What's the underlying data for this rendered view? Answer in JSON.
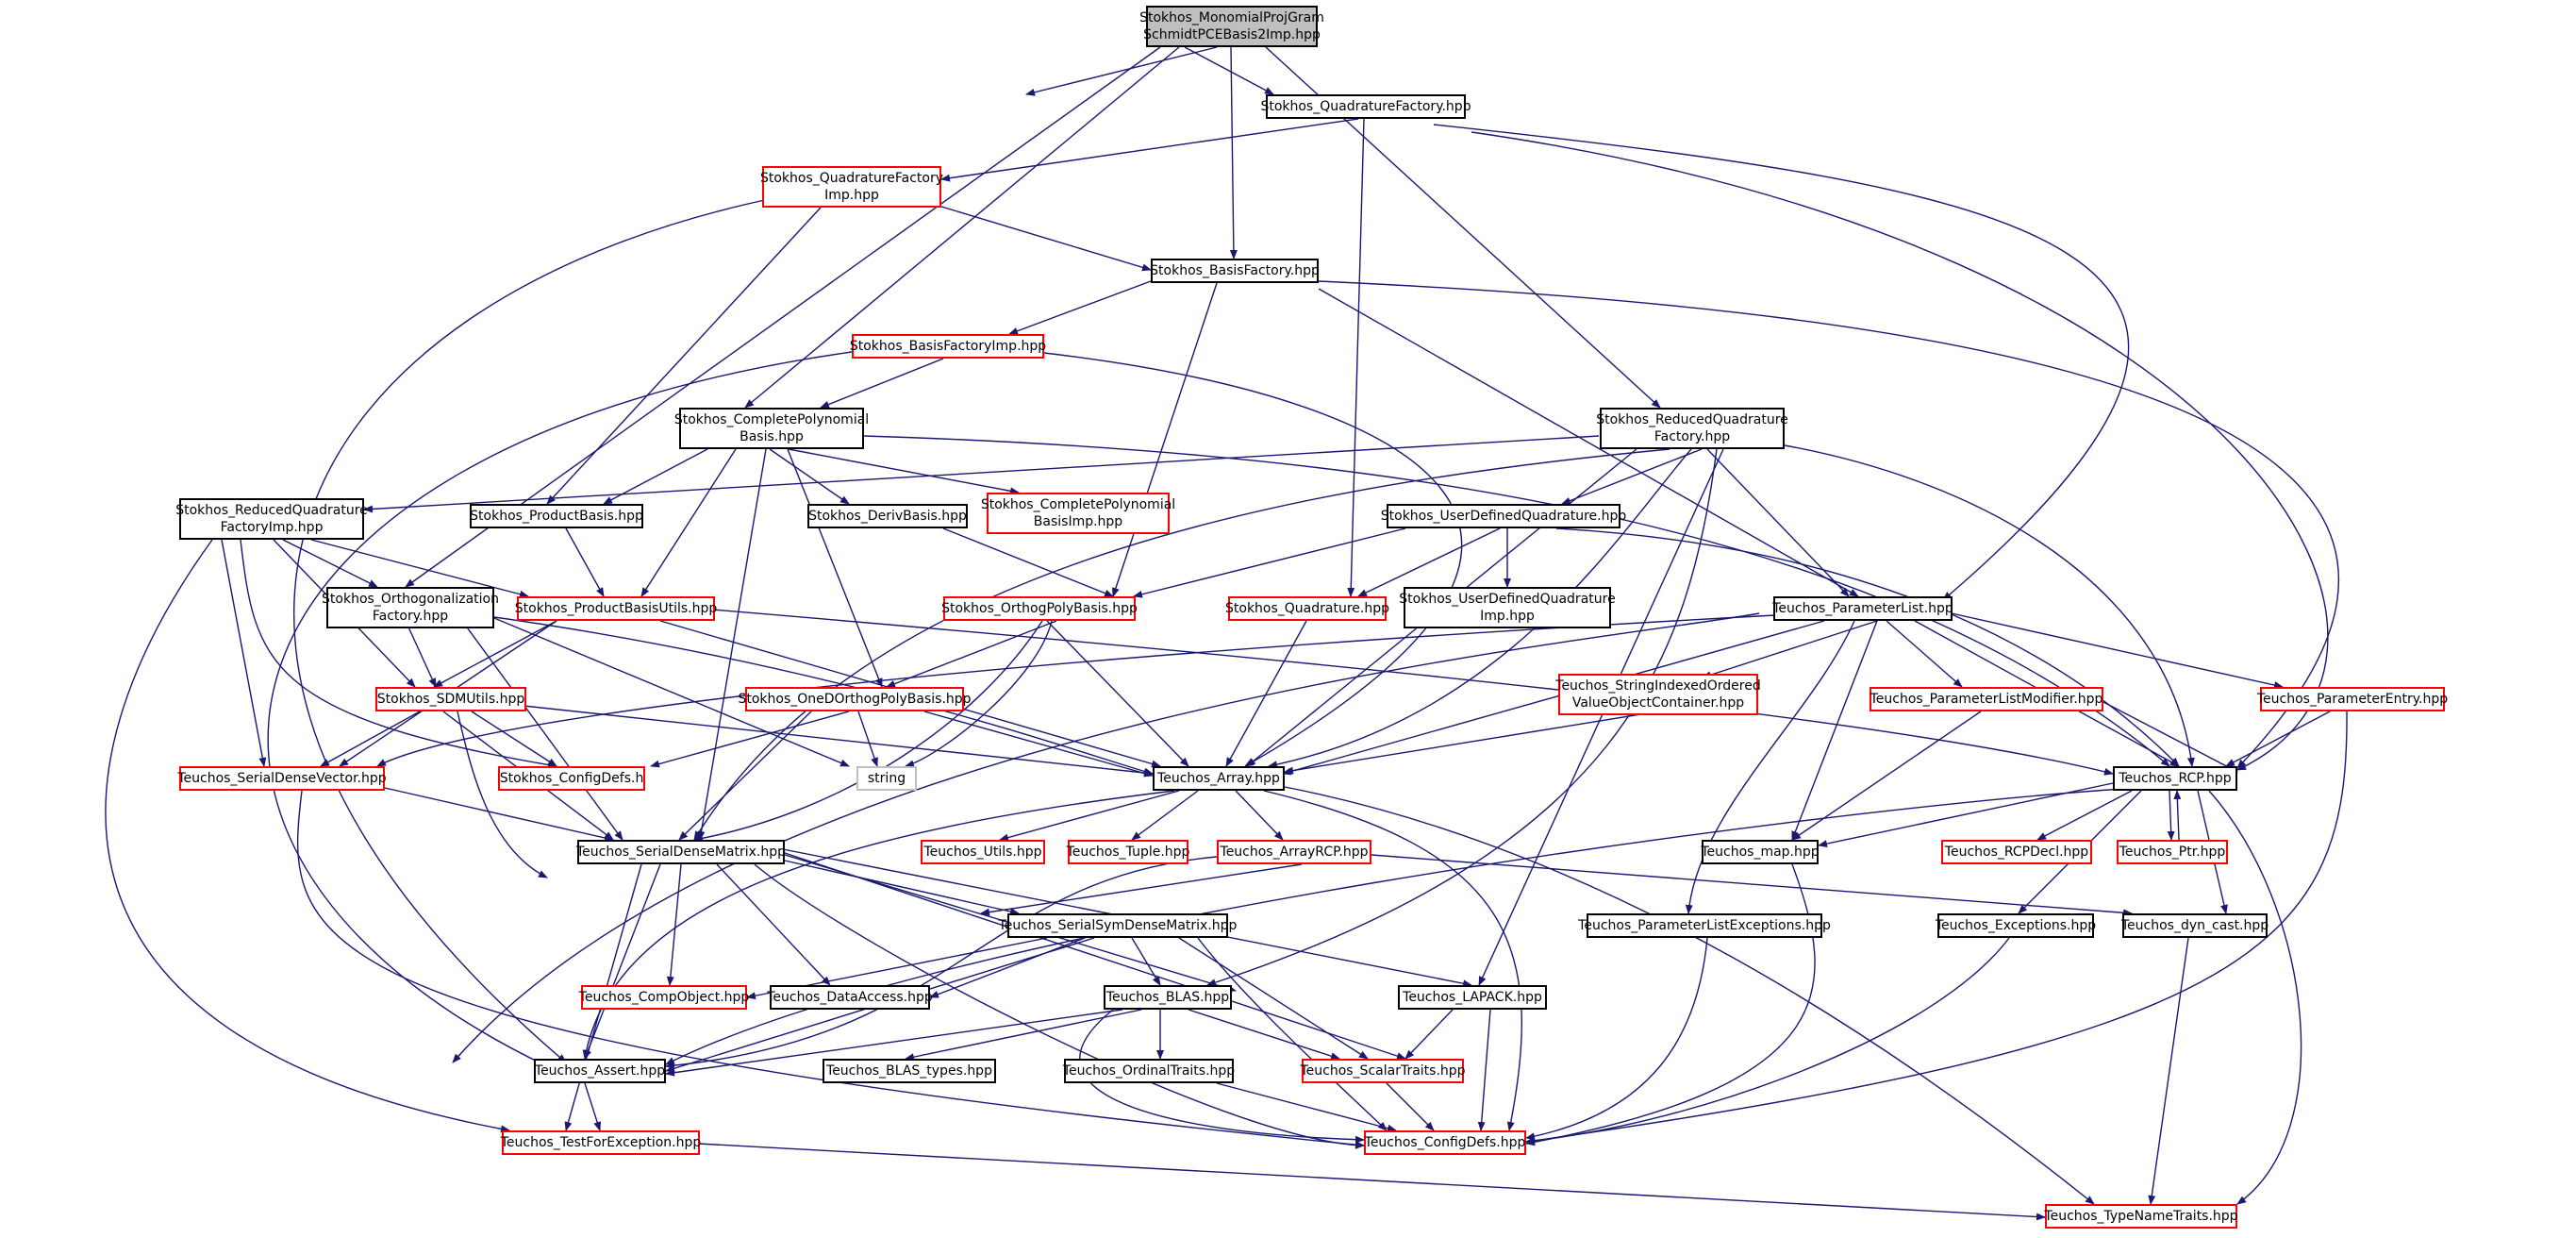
{
  "colors": {
    "edge": "#191970",
    "black_border": "#000000",
    "red_border": "#ff0000",
    "gray_border": "#bfbfbf",
    "root_fill": "#bfbfbf"
  },
  "nodes": [
    {
      "id": "root",
      "label": "Stokhos_MonomialProjGram\nSchmidtPCEBasis2Imp.hpp",
      "style": "root"
    },
    {
      "id": "quadfac",
      "label": "Stokhos_QuadratureFactory.hpp",
      "style": "black"
    },
    {
      "id": "quadfacimp",
      "label": "Stokhos_QuadratureFactory\nImp.hpp",
      "style": "red"
    },
    {
      "id": "basisfac",
      "label": "Stokhos_BasisFactory.hpp",
      "style": "black"
    },
    {
      "id": "basisfacimp",
      "label": "Stokhos_BasisFactoryImp.hpp",
      "style": "red"
    },
    {
      "id": "completepoly",
      "label": "Stokhos_CompletePolynomial\nBasis.hpp",
      "style": "black"
    },
    {
      "id": "redquadfac",
      "label": "Stokhos_ReducedQuadrature\nFactory.hpp",
      "style": "black"
    },
    {
      "id": "redquadfacimp",
      "label": "Stokhos_ReducedQuadrature\nFactoryImp.hpp",
      "style": "black"
    },
    {
      "id": "productbasis",
      "label": "Stokhos_ProductBasis.hpp",
      "style": "black"
    },
    {
      "id": "derivbasis",
      "label": "Stokhos_DerivBasis.hpp",
      "style": "black"
    },
    {
      "id": "completepolyimp",
      "label": "Stokhos_CompletePolynomial\nBasisImp.hpp",
      "style": "red"
    },
    {
      "id": "userdefquad",
      "label": "Stokhos_UserDefinedQuadrature.hpp",
      "style": "black"
    },
    {
      "id": "userdefquadimp",
      "label": "Stokhos_UserDefinedQuadrature\nImp.hpp",
      "style": "black"
    },
    {
      "id": "orthofac",
      "label": "Stokhos_Orthogonalization\nFactory.hpp",
      "style": "black"
    },
    {
      "id": "prodbasisutils",
      "label": "Stokhos_ProductBasisUtils.hpp",
      "style": "red"
    },
    {
      "id": "orthogpoly",
      "label": "Stokhos_OrthogPolyBasis.hpp",
      "style": "red"
    },
    {
      "id": "quadrature",
      "label": "Stokhos_Quadrature.hpp",
      "style": "red"
    },
    {
      "id": "paramlist",
      "label": "Teuchos_ParameterList.hpp",
      "style": "black"
    },
    {
      "id": "sdmutils",
      "label": "Stokhos_SDMUtils.hpp",
      "style": "red"
    },
    {
      "id": "oned",
      "label": "Stokhos_OneDOrthogPolyBasis.hpp",
      "style": "red"
    },
    {
      "id": "strindexed",
      "label": "Teuchos_StringIndexedOrdered\nValueObjectContainer.hpp",
      "style": "red"
    },
    {
      "id": "paramlistmod",
      "label": "Teuchos_ParameterListModifier.hpp",
      "style": "red"
    },
    {
      "id": "paramentry",
      "label": "Teuchos_ParameterEntry.hpp",
      "style": "red"
    },
    {
      "id": "serialdensevec",
      "label": "Teuchos_SerialDenseVector.hpp",
      "style": "red"
    },
    {
      "id": "configdefsh",
      "label": "Stokhos_ConfigDefs.h",
      "style": "red"
    },
    {
      "id": "string",
      "label": "string",
      "style": "gray"
    },
    {
      "id": "array",
      "label": "Teuchos_Array.hpp",
      "style": "black"
    },
    {
      "id": "rcp",
      "label": "Teuchos_RCP.hpp",
      "style": "black"
    },
    {
      "id": "serialdensemat",
      "label": "Teuchos_SerialDenseMatrix.hpp",
      "style": "black"
    },
    {
      "id": "utils",
      "label": "Teuchos_Utils.hpp",
      "style": "red"
    },
    {
      "id": "tuple",
      "label": "Teuchos_Tuple.hpp",
      "style": "red"
    },
    {
      "id": "arrayrcp",
      "label": "Teuchos_ArrayRCP.hpp",
      "style": "red"
    },
    {
      "id": "map",
      "label": "Teuchos_map.hpp",
      "style": "black"
    },
    {
      "id": "rcpdecl",
      "label": "Teuchos_RCPDecl.hpp",
      "style": "red"
    },
    {
      "id": "ptr",
      "label": "Teuchos_Ptr.hpp",
      "style": "red"
    },
    {
      "id": "serialsym",
      "label": "Teuchos_SerialSymDenseMatrix.hpp",
      "style": "black"
    },
    {
      "id": "plexceptions",
      "label": "Teuchos_ParameterListExceptions.hpp",
      "style": "black"
    },
    {
      "id": "exceptions",
      "label": "Teuchos_Exceptions.hpp",
      "style": "black"
    },
    {
      "id": "dyncast",
      "label": "Teuchos_dyn_cast.hpp",
      "style": "black"
    },
    {
      "id": "compobject",
      "label": "Teuchos_CompObject.hpp",
      "style": "red"
    },
    {
      "id": "dataaccess",
      "label": "Teuchos_DataAccess.hpp",
      "style": "black"
    },
    {
      "id": "blas",
      "label": "Teuchos_BLAS.hpp",
      "style": "black"
    },
    {
      "id": "lapack",
      "label": "Teuchos_LAPACK.hpp",
      "style": "black"
    },
    {
      "id": "assert",
      "label": "Teuchos_Assert.hpp",
      "style": "black"
    },
    {
      "id": "blastypes",
      "label": "Teuchos_BLAS_types.hpp",
      "style": "black"
    },
    {
      "id": "ordinal",
      "label": "Teuchos_OrdinalTraits.hpp",
      "style": "black"
    },
    {
      "id": "scalar",
      "label": "Teuchos_ScalarTraits.hpp",
      "style": "red"
    },
    {
      "id": "configdefs",
      "label": "Teuchos_ConfigDefs.hpp",
      "style": "red"
    },
    {
      "id": "testforexc",
      "label": "Teuchos_TestForException.hpp",
      "style": "red"
    },
    {
      "id": "typename",
      "label": "Teuchos_TypeNameTraits.hpp",
      "style": "red"
    }
  ]
}
